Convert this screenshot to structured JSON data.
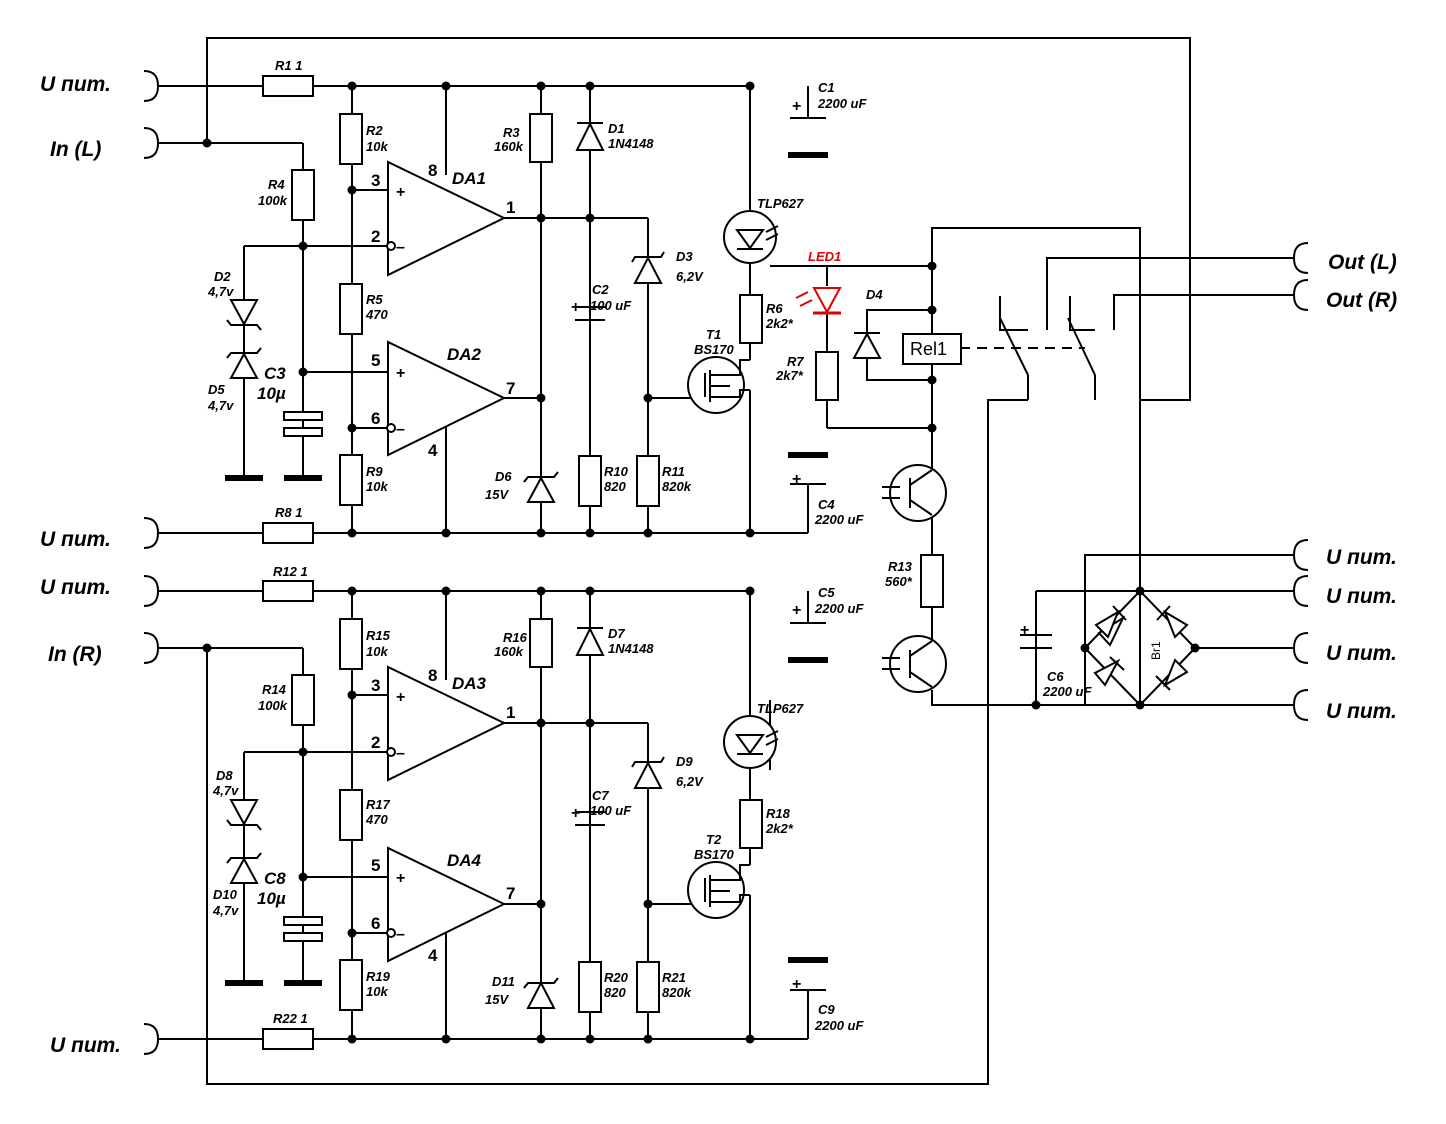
{
  "terminals": {
    "u1": "U пит.",
    "in_l": "In (L)",
    "u2": "U пит.",
    "u3": "U пит.",
    "in_r": "In (R)",
    "u4": "U пит.",
    "out_l": "Out (L)",
    "out_r": "Out (R)",
    "u5": "U пит.",
    "u6": "U пит.",
    "u7": "U пит.",
    "u8": "U пит."
  },
  "top": {
    "r1": "R1  1",
    "r2": "R2",
    "r2v": "10k",
    "r3": "R3",
    "r3v": "160k",
    "r4": "R4",
    "r4v": "100k",
    "r5": "R5",
    "r5v": "470",
    "r6": "R6",
    "r6v": "2k2*",
    "r7": "R7",
    "r7v": "2k7*",
    "r8": "R8  1",
    "r9": "R9",
    "r9v": "10k",
    "r10": "R10",
    "r10v": "820",
    "r11": "R11",
    "r11v": "820k",
    "d1": "D1",
    "d1v": "1N4148",
    "d2": "D2",
    "d2v": "4,7v",
    "d3": "D3",
    "d3v": "6,2V",
    "d5": "D5",
    "d5v": "4,7v",
    "d6": "D6",
    "d6v": "15V",
    "c1": "C1",
    "c1v": "2200 uF",
    "c2": "C2",
    "c2v": "100 uF",
    "c3": "C3",
    "c3v": "10µ",
    "c4": "C4",
    "c4v": "2200 uF",
    "da1": "DA1",
    "da2": "DA2",
    "t1": "T1",
    "t1v": "BS170",
    "tlp": "TLP627",
    "p8": "8",
    "p3": "3",
    "p2": "2",
    "p1": "1",
    "p5": "5",
    "p6": "6",
    "p4": "4",
    "p7": "7",
    "plus": "+",
    "minus": "–"
  },
  "bottom": {
    "r12": "R12  1",
    "r14": "R14",
    "r14v": "100k",
    "r15": "R15",
    "r15v": "10k",
    "r16": "R16",
    "r16v": "160k",
    "r17": "R17",
    "r17v": "470",
    "r18": "R18",
    "r18v": "2k2*",
    "r19": "R19",
    "r19v": "10k",
    "r20": "R20",
    "r20v": "820",
    "r21": "R21",
    "r21v": "820k",
    "r22": "R22  1",
    "d7": "D7",
    "d7v": "1N4148",
    "d8": "D8",
    "d8v": "4,7v",
    "d9": "D9",
    "d9v": "6,2V",
    "d10": "D10",
    "d10v": "4,7v",
    "d11": "D11",
    "d11v": "15V",
    "c5": "C5",
    "c5v": "2200 uF",
    "c7": "C7",
    "c7v": "100 uF",
    "c8": "C8",
    "c8v": "10µ",
    "c9": "C9",
    "c9v": "2200 uF",
    "da3": "DA3",
    "da4": "DA4",
    "t2": "T2",
    "t2v": "BS170",
    "tlp": "TLP627"
  },
  "right": {
    "led1": "LED1",
    "d4": "D4",
    "rel1": "Rel1",
    "r13": "R13",
    "r13v": "560*",
    "c6": "C6",
    "c6v": "2200 uF",
    "br1": "Br1"
  },
  "colors": {
    "wire": "#000000",
    "led": "#e00000"
  }
}
